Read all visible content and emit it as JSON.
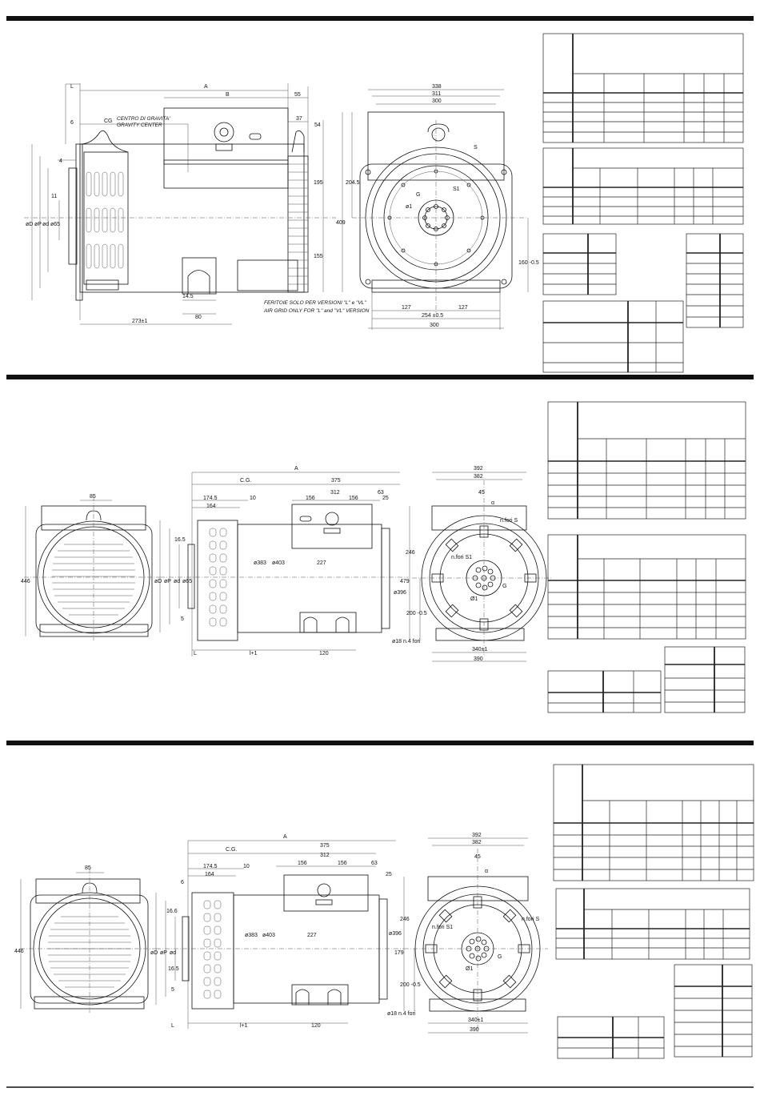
{
  "section1": {
    "labels": {
      "L": "L",
      "A": "A",
      "B": "B",
      "d55": "55",
      "d6": "6",
      "cg": "CG",
      "cg_it": "CENTRO DI GRAVITA'",
      "cg_en": "GRAVITY CENTER",
      "d37": "37",
      "d54": "54",
      "d4": "4",
      "d11": "11",
      "d195": "195",
      "d155": "155",
      "phiD": "øD",
      "phiP": "øP",
      "phid": "ød",
      "phi65": "ø65",
      "d14_5": "14.5",
      "d80": "80",
      "d273": "273±1",
      "note_it": "FERITOIE SOLO PER VERSIONI \"L\" e \"VL\"",
      "note_en": "AIR GRID ONLY FOR \"L\" and \"VL\" VERSION",
      "d338": "338",
      "d311": "311",
      "d300t": "300",
      "d204": "204.5",
      "d409": "409",
      "d127a": "127",
      "d127b": "127",
      "d254": "254 ±0.5",
      "d300b": "300",
      "d160": "160 -0.5",
      "S": "S",
      "S1": "S1",
      "D1": "ø1",
      "G": "G"
    }
  },
  "section2": {
    "labels": {
      "A": "A",
      "cg": "C.G.",
      "d375": "375",
      "d312": "312",
      "d63": "63",
      "d174": "174.5",
      "d164": "164",
      "d10": "10",
      "d156a": "156",
      "d156b": "156",
      "d25": "25",
      "d85": "85",
      "d446": "446",
      "d16_5": "16.5",
      "d5": "5",
      "L": "L",
      "l1": "l+1",
      "d120": "120",
      "phi383": "ø383",
      "phi403": "ø403",
      "d227": "227",
      "phi396": "ø396",
      "phiD": "øD",
      "phiP": "øP",
      "phid": "ød",
      "phi65": "ø65",
      "d392": "392",
      "d382": "382",
      "d45": "45",
      "alpha": "α",
      "nfori": "n.fori S",
      "nfori1": "n.fori S1",
      "d246": "246",
      "d479": "479",
      "d200": "200 -0.5",
      "phi18": "ø18 n.4 fori",
      "d340": "340±1",
      "d390": "390",
      "D1": "Ø1",
      "G": "G"
    }
  },
  "section3": {
    "labels": {
      "A": "A",
      "cg": "C.G.",
      "d375": "375",
      "d312": "312",
      "d63": "63",
      "d174": "174.5",
      "d164": "164",
      "d10": "10",
      "d156a": "156",
      "d156b": "156",
      "d25": "25",
      "d85": "85",
      "d446": "446",
      "d6": "6",
      "d16_6": "16.6",
      "d16_5": "16.5",
      "d5": "5",
      "L": "L",
      "l1": "l+1",
      "d120": "120",
      "phi383": "ø383",
      "phi403": "ø403",
      "d227": "227",
      "phi396": "ø396",
      "phiD": "øD",
      "phiP": "øP",
      "phid": "ød",
      "d392": "392",
      "d382": "382",
      "d45": "45",
      "alpha": "α",
      "nfori": "n.fori S",
      "nfori1": "n.fori S1",
      "d246": "246",
      "d179": "179",
      "d200": "200 -0.5",
      "phi18": "ø18 n.4 fori",
      "d340": "340±1",
      "d390": "390",
      "D1": "Ø1",
      "G": "G"
    }
  }
}
